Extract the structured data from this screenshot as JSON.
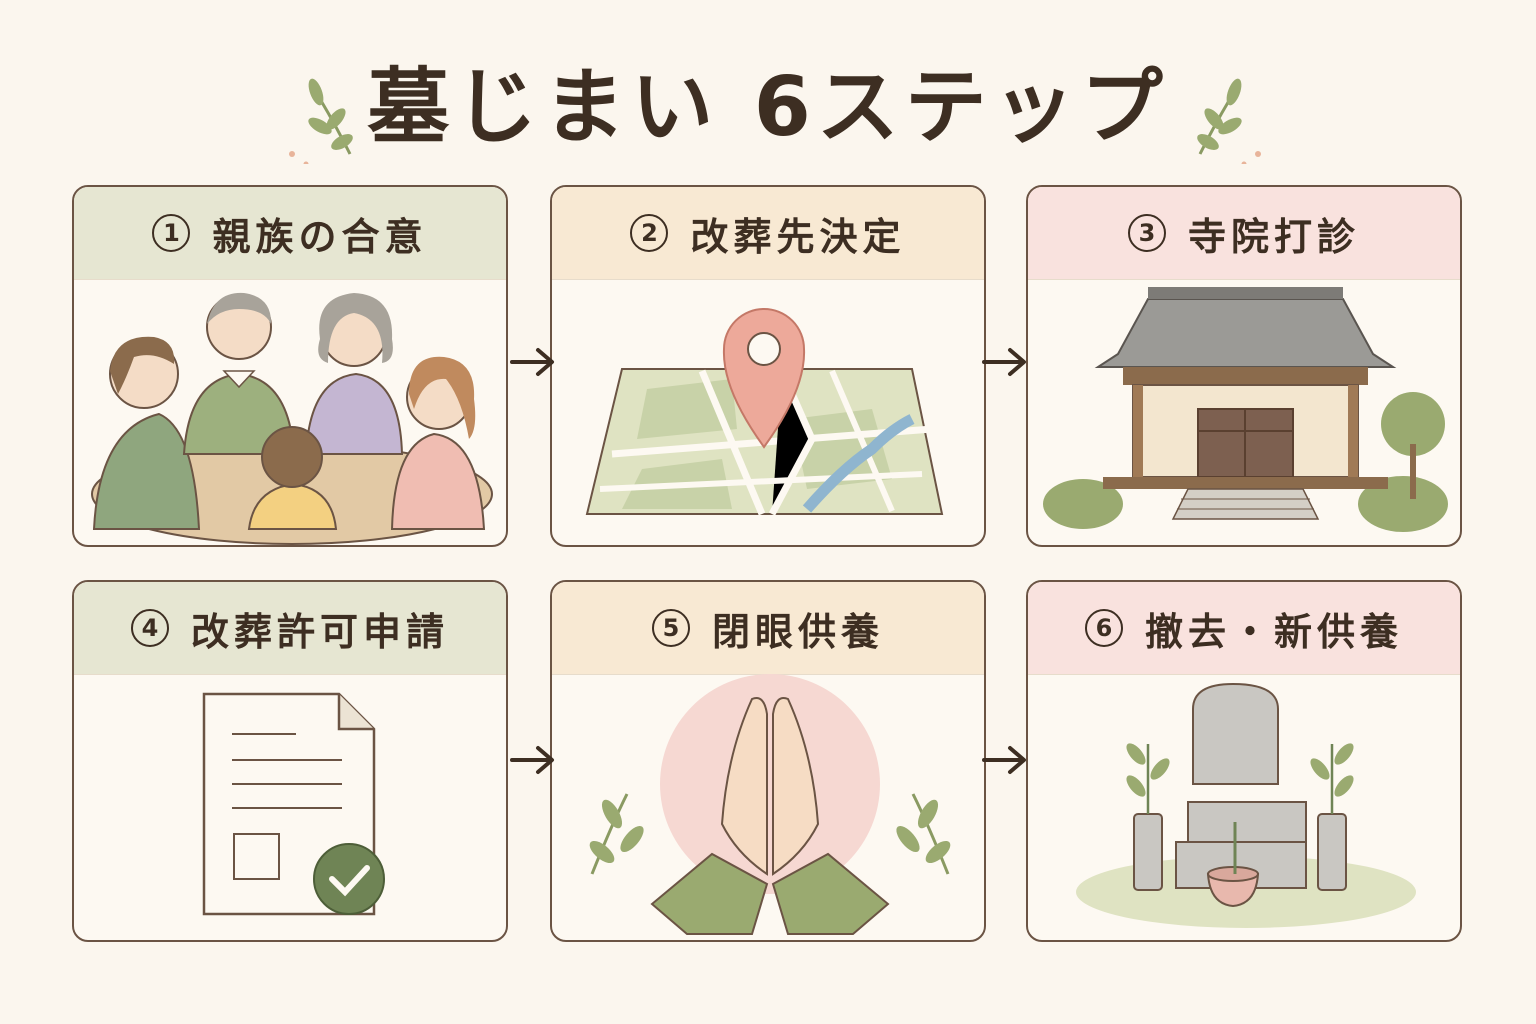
{
  "title": "墓じまい 6ステップ",
  "steps": [
    {
      "number": "1",
      "label": "親族の合意"
    },
    {
      "number": "2",
      "label": "改葬先決定"
    },
    {
      "number": "3",
      "label": "寺院打診"
    },
    {
      "number": "4",
      "label": "改葬許可申請"
    },
    {
      "number": "5",
      "label": "閉眼供養"
    },
    {
      "number": "6",
      "label": "撤去・新供養"
    }
  ],
  "colors": {
    "header_green": "#e6e6d2",
    "header_orange": "#f8e9d3",
    "header_pink": "#f9e2de",
    "border": "#6b5444",
    "text": "#3d2e22",
    "leaf": "#9aaa70"
  }
}
